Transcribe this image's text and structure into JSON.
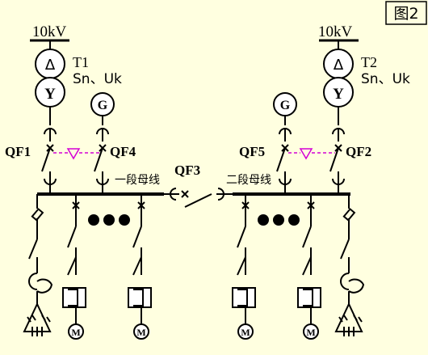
{
  "figure_label": "图2",
  "sources": {
    "left_voltage": "10kV",
    "right_voltage": "10kV"
  },
  "transformers": {
    "t1": {
      "name": "T1",
      "params": "Sn、Uk",
      "top_symbol": "∆",
      "bottom_symbol": "Y"
    },
    "t2": {
      "name": "T2",
      "params": "Sn、Uk",
      "top_symbol": "∆",
      "bottom_symbol": "Y"
    }
  },
  "generators": {
    "left": "G",
    "right": "G"
  },
  "breakers": {
    "qf1": "QF1",
    "qf2": "QF2",
    "qf3": "QF3",
    "qf4": "QF4",
    "qf5": "QF5"
  },
  "buses": {
    "left": "一段母线",
    "right": "二段母线"
  },
  "motors": {
    "symbol": "M"
  },
  "colors": {
    "background": "#FFFFE0",
    "line": "#000000",
    "interlock": "#D400D4"
  }
}
